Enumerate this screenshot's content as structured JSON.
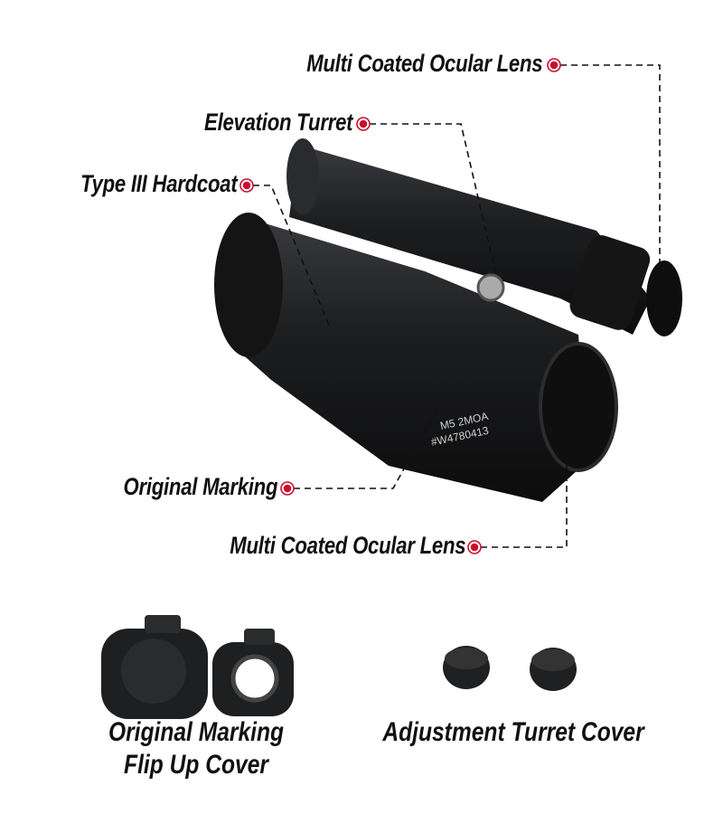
{
  "callouts": {
    "top_lens": "Multi Coated Ocular Lens",
    "elevation": "Elevation Turret",
    "hardcoat": "Type III Hardcoat",
    "marking": "Original Marking",
    "bottom_lens": "Multi Coated Ocular Lens"
  },
  "engraving": {
    "line1": "M5 2MOA",
    "line2": "#W4780413"
  },
  "accessories": {
    "flip_cover_line1": "Original Marking",
    "flip_cover_line2": "Flip Up Cover",
    "turret_cover": "Adjustment Turret Cover"
  },
  "colors": {
    "dot": "#c8102e",
    "body": "#1b1c1e"
  }
}
